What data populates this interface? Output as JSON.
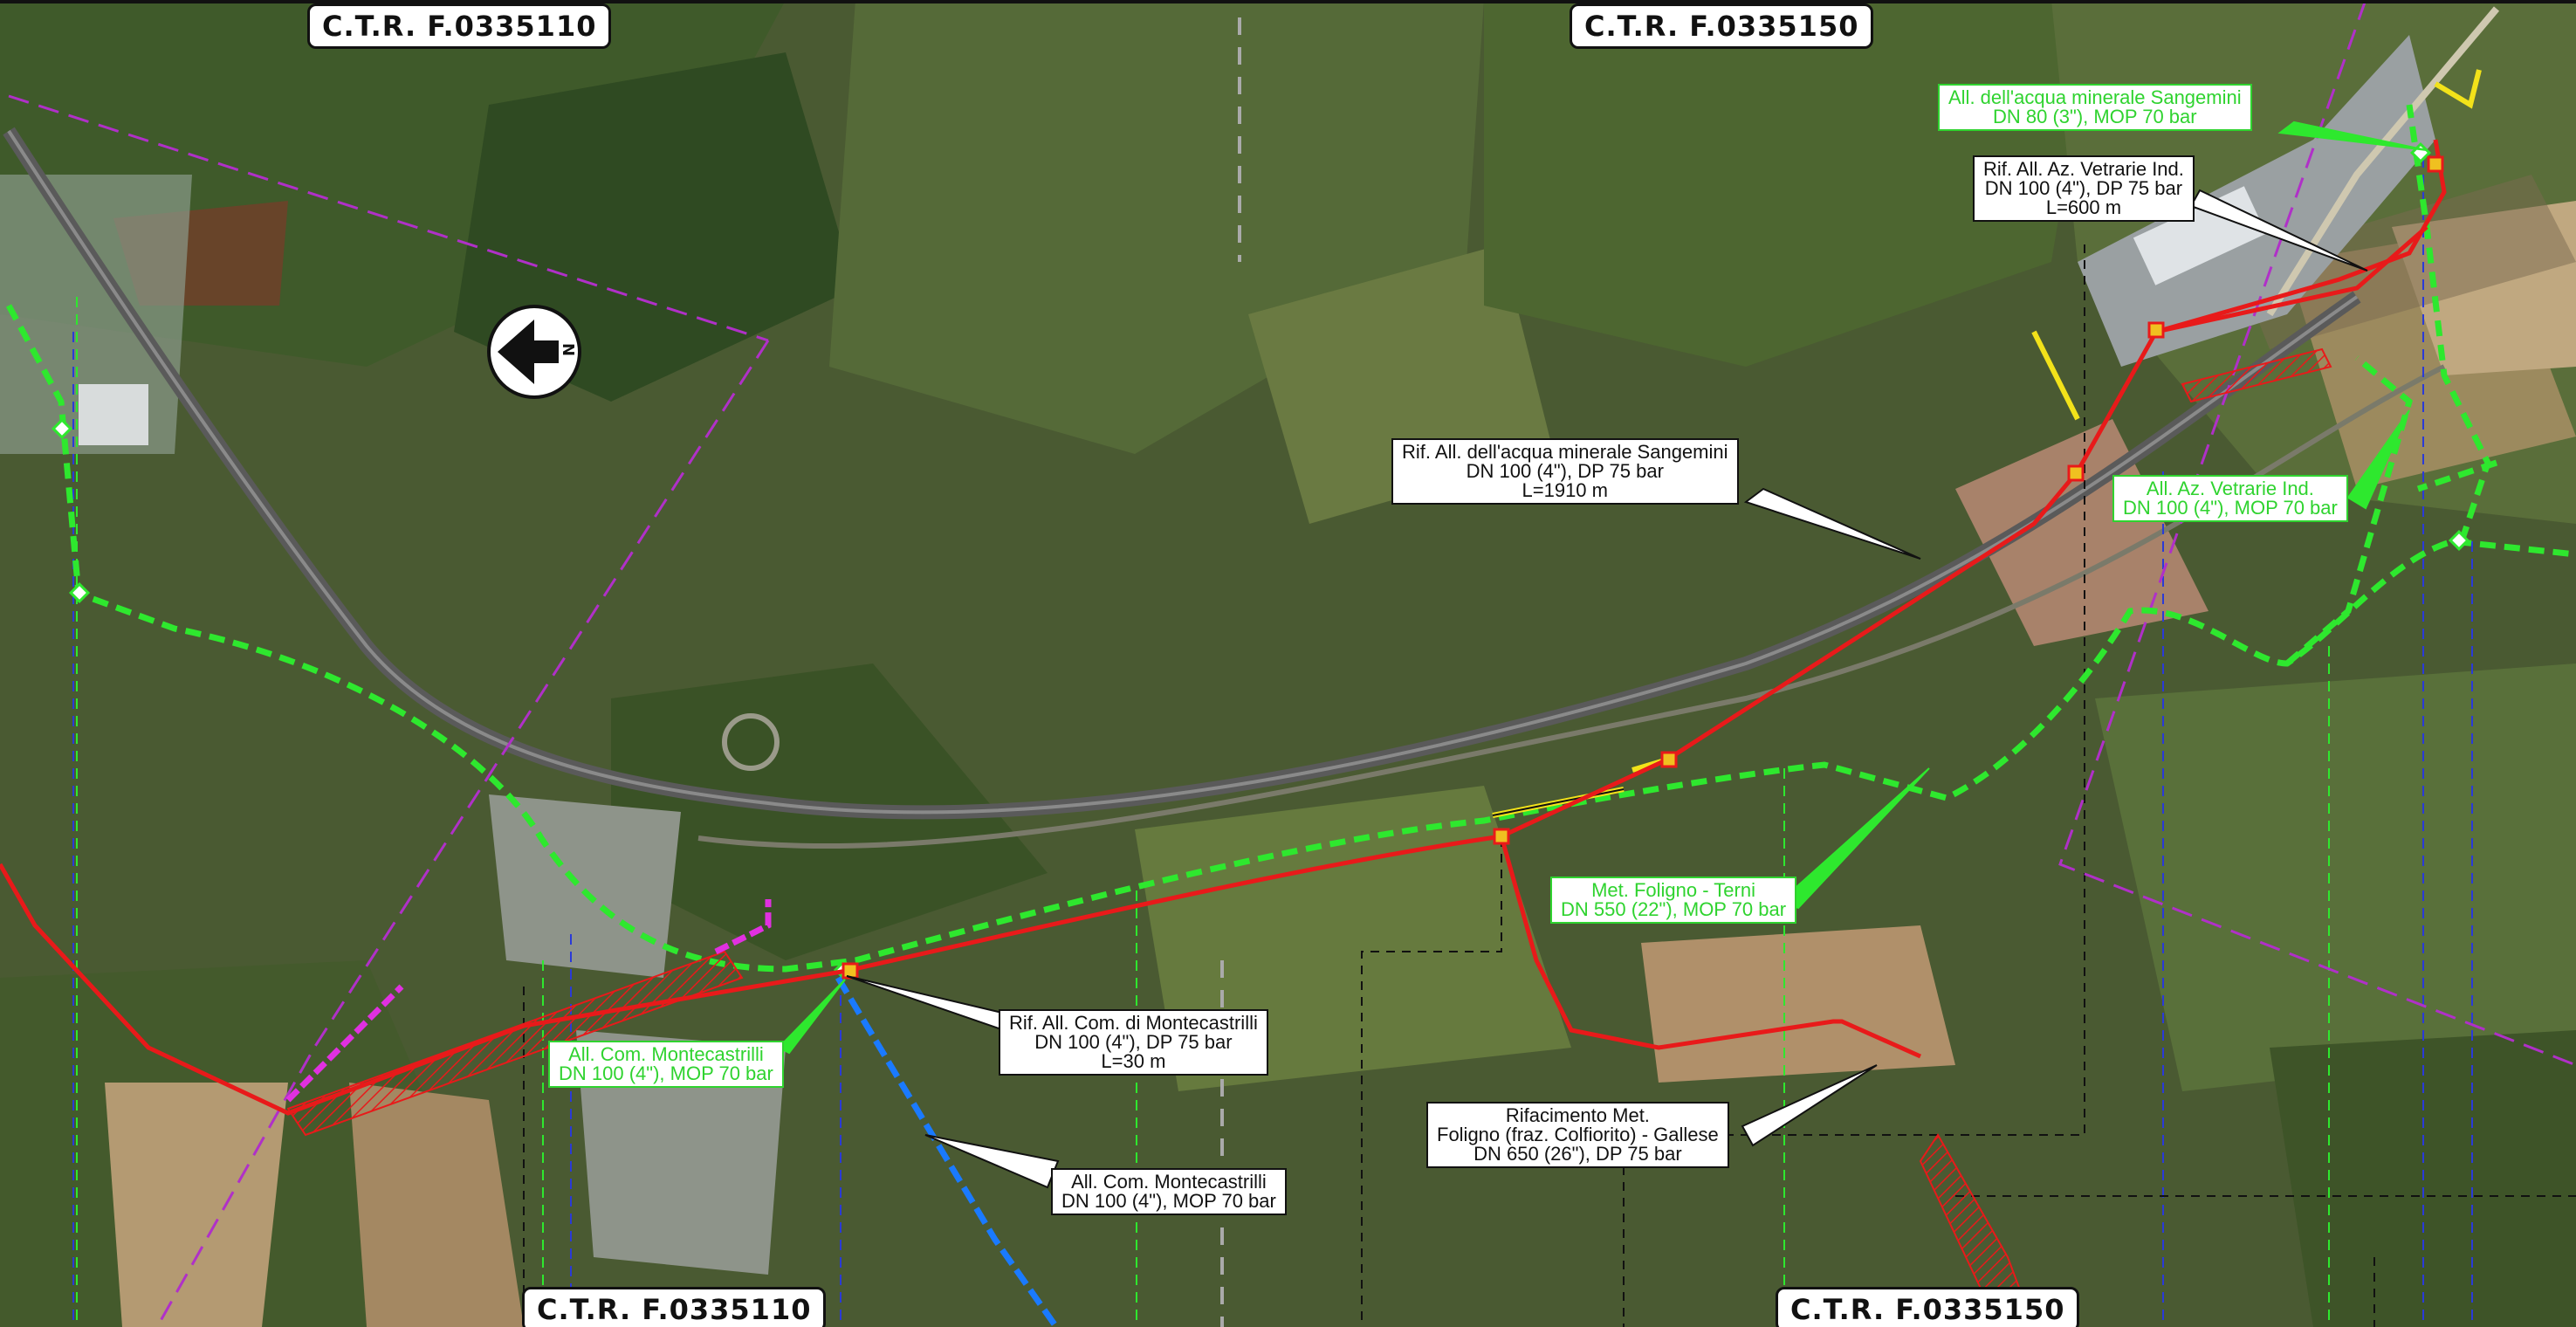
{
  "sheets": {
    "top_left": "C.T.R. F.0335110",
    "top_right": "C.T.R. F.0335150",
    "bottom_left": "C.T.R. F.0335110",
    "bottom_right": "C.T.R. F.0335150"
  },
  "north_arrow": {
    "letter": "N",
    "icon": "north-arrow-icon"
  },
  "callouts": {
    "sangemini_80": [
      "All. dell'acqua minerale Sangemini",
      "DN 80 (3\"), MOP 70 bar"
    ],
    "vetrarie_rif": [
      "Rif. All. Az. Vetrarie Ind.",
      "DN 100 (4\"), DP 75 bar",
      "L=600 m"
    ],
    "sangemini_rif": [
      "Rif. All. dell'acqua minerale Sangemini",
      "DN 100 (4\"), DP 75 bar",
      "L=1910 m"
    ],
    "vetrarie_all": [
      "All. Az. Vetrarie Ind.",
      "DN 100 (4\"), MOP 70 bar"
    ],
    "foligno_terni": [
      "Met. Foligno - Terni",
      "DN 550 (22\"), MOP 70 bar"
    ],
    "montecastrilli_rif": [
      "Rif. All. Com. di Montecastrilli",
      "DN 100 (4\"), DP 75 bar",
      "L=30 m"
    ],
    "montecastrilli_green": [
      "All. Com. Montecastrilli",
      "DN 100 (4\"), MOP 70 bar"
    ],
    "montecastrilli_black": [
      "All. Com. Montecastrilli",
      "DN 100 (4\"), MOP 70 bar"
    ],
    "rifacimento": [
      "Rifacimento Met.",
      "Foligno (fraz. Colfiorito) - Gallese",
      "DN 650 (26\"), DP 75 bar"
    ]
  },
  "colors": {
    "new_pipeline": "#e81a1a",
    "existing_pipeline": "#2ee82e",
    "removal": "#f2e21a",
    "boundary": "#b030c8",
    "ctr_grid": "#2a3ad8",
    "blue_pipe": "#1a7aff"
  }
}
